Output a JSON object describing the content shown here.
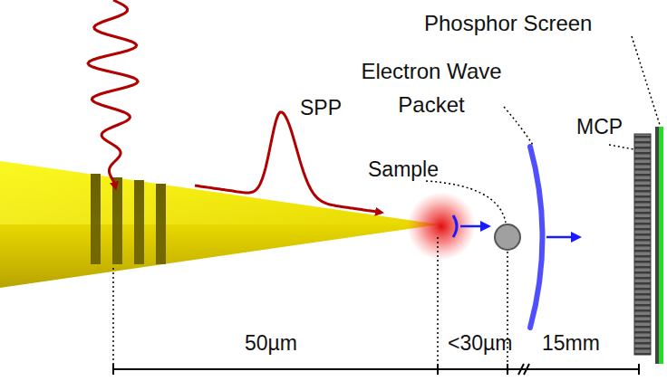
{
  "diagram": {
    "labels": [
      "Phosphor Screen",
      "Electron Wave Packet",
      "MCP",
      "SPP",
      "Sample",
      "50µm",
      "<30µm",
      "15mm"
    ]
  }
}
